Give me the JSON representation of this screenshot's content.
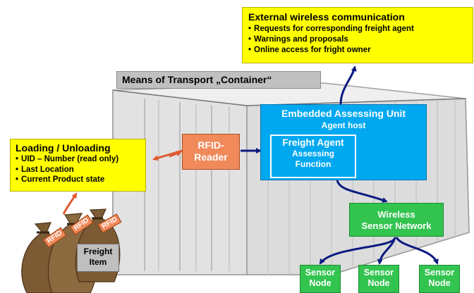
{
  "external": {
    "title": "External wireless communication",
    "items": [
      "Requests for corresponding freight agent",
      "Warnings and proposals",
      "Online access for fright owner"
    ]
  },
  "means": {
    "label": "Means of Transport „Container“"
  },
  "eau": {
    "title": "Embedded Assessing Unit",
    "subtitle": "Agent host"
  },
  "freight_agent": {
    "title": "Freight Agent",
    "line1": "Assessing",
    "line2": "Function"
  },
  "loading": {
    "title": "Loading / Unloading",
    "items": [
      "UID – Number (read only)",
      "Last Location",
      "Current Product state"
    ]
  },
  "rfid_reader": {
    "line1": "RFID-",
    "line2": "Reader"
  },
  "wsn": {
    "line1": "Wireless",
    "line2": "Sensor Network"
  },
  "sensor_nodes": [
    {
      "line1": "Sensor",
      "line2": "Node"
    },
    {
      "line1": "Sensor",
      "line2": "Node"
    },
    {
      "line1": "Sensor",
      "line2": "Node"
    }
  ],
  "freight_item": {
    "line1": "Freight",
    "line2": "Item"
  },
  "rfid_tags": [
    "RFID",
    "RFID",
    "RFID"
  ],
  "colors": {
    "yellow": "#ffff00",
    "blue": "#00a8f0",
    "orange": "#f08a5a",
    "green": "#33c450",
    "gray": "#c0c0c0",
    "arrow": "#0a1a80"
  }
}
